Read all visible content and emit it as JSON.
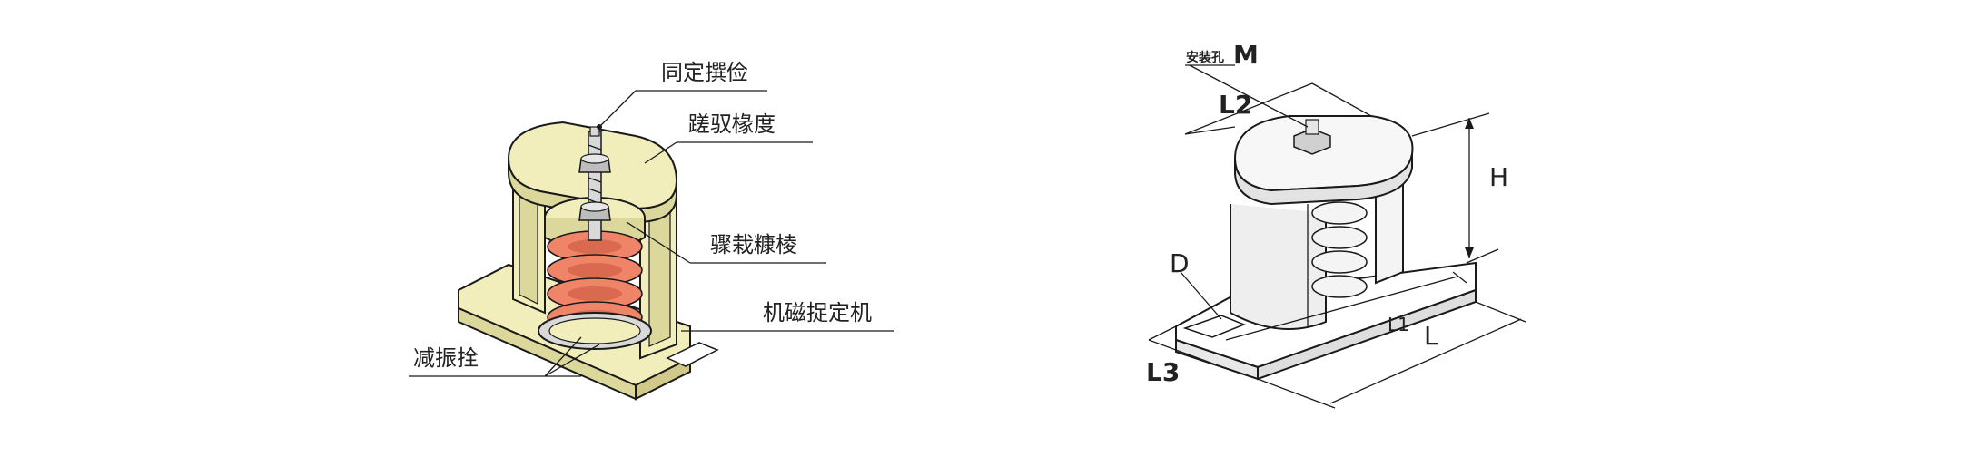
{
  "left_diagram": {
    "callouts": {
      "top_bolt": "同定撰俭",
      "top_cover": "蹉驭椽度",
      "spring": "骤栽糠棱",
      "base": "机磁捉定机",
      "pad": "减振拴"
    }
  },
  "right_diagram": {
    "labels": {
      "mount_prefix": "安装孔",
      "mount": "M",
      "length2": "L2",
      "height": "H",
      "diameter": "D",
      "length1": "L1",
      "length": "L",
      "length3": "L3"
    }
  },
  "colors": {
    "housing": "#f1eebb",
    "housing_shade": "#dcd79a",
    "spring": "#f08468",
    "spring_dark": "#c9573f",
    "metal": "#d9d9d9"
  }
}
